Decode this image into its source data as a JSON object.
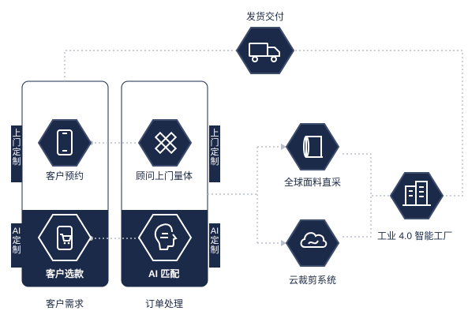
{
  "diagram": {
    "top_label": "发货交付",
    "col1_label": "客户需求",
    "col2_label": "订单处理",
    "nodes": {
      "customer_booking": "客户预约",
      "customer_select": "客户选款",
      "consultant_measure": "顾问上门量体",
      "ai_match": "AI 匹配",
      "global_sourcing": "全球面料直采",
      "cloud_cutting": "云裁剪系统",
      "smart_factory": "工业 4.0 智能工厂"
    },
    "tabs": {
      "left_top": "上门定制",
      "left_bottom": "AI定制",
      "right_top": "上门定制",
      "right_bottom": "AI定制"
    },
    "icons": {
      "delivery": "truck-icon",
      "booking": "phone-icon",
      "select": "cart-icon",
      "measure": "ruler-pencil-icon",
      "ai": "ai-head-icon",
      "sourcing": "fabric-roll-icon",
      "cloud": "cloud-icon",
      "factory": "factory-icon"
    },
    "colors": {
      "navy": "#1c2a4a",
      "line": "#b9bec8"
    }
  }
}
